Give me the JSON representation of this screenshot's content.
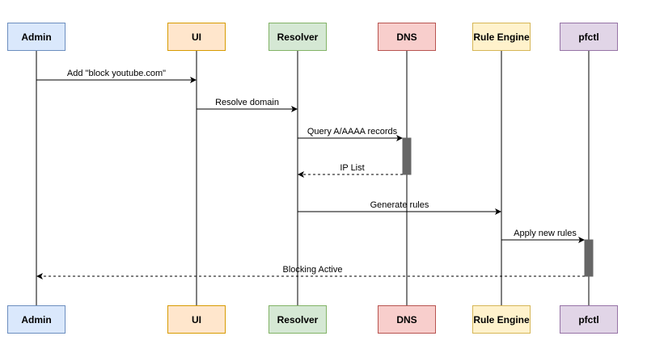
{
  "participants": [
    {
      "id": "admin",
      "label": "Admin",
      "fill": "#dae8fc",
      "stroke": "#6c8ebf"
    },
    {
      "id": "ui",
      "label": "UI",
      "fill": "#ffe6cc",
      "stroke": "#d79b00"
    },
    {
      "id": "resolver",
      "label": "Resolver",
      "fill": "#d5e8d4",
      "stroke": "#82b366"
    },
    {
      "id": "dns",
      "label": "DNS",
      "fill": "#f8cecc",
      "stroke": "#b85450"
    },
    {
      "id": "rule-engine",
      "label": "Rule Engine",
      "fill": "#fff2cc",
      "stroke": "#d6b656"
    },
    {
      "id": "pfctl",
      "label": "pfctl",
      "fill": "#e1d5e7",
      "stroke": "#9673a6"
    }
  ],
  "messages": [
    {
      "from": "admin",
      "to": "ui",
      "label": "Add \"block youtube.com\"",
      "style": "solid"
    },
    {
      "from": "ui",
      "to": "resolver",
      "label": "Resolve domain",
      "style": "solid"
    },
    {
      "from": "resolver",
      "to": "dns",
      "label": "Query A/AAAA records",
      "style": "solid"
    },
    {
      "from": "dns",
      "to": "resolver",
      "label": "IP List",
      "style": "dashed"
    },
    {
      "from": "resolver",
      "to": "rule-engine",
      "label": "Generate rules",
      "style": "solid"
    },
    {
      "from": "rule-engine",
      "to": "pfctl",
      "label": "Apply new rules",
      "style": "solid"
    },
    {
      "from": "pfctl",
      "to": "admin",
      "label": "Blocking Active",
      "style": "dashed"
    }
  ],
  "activations": [
    {
      "participant": "dns",
      "from_message": 2,
      "to_message": 3
    },
    {
      "participant": "pfctl",
      "from_message": 5,
      "to_message": 6
    }
  ],
  "colors": {
    "line": "#000000",
    "activation": "#666666"
  }
}
